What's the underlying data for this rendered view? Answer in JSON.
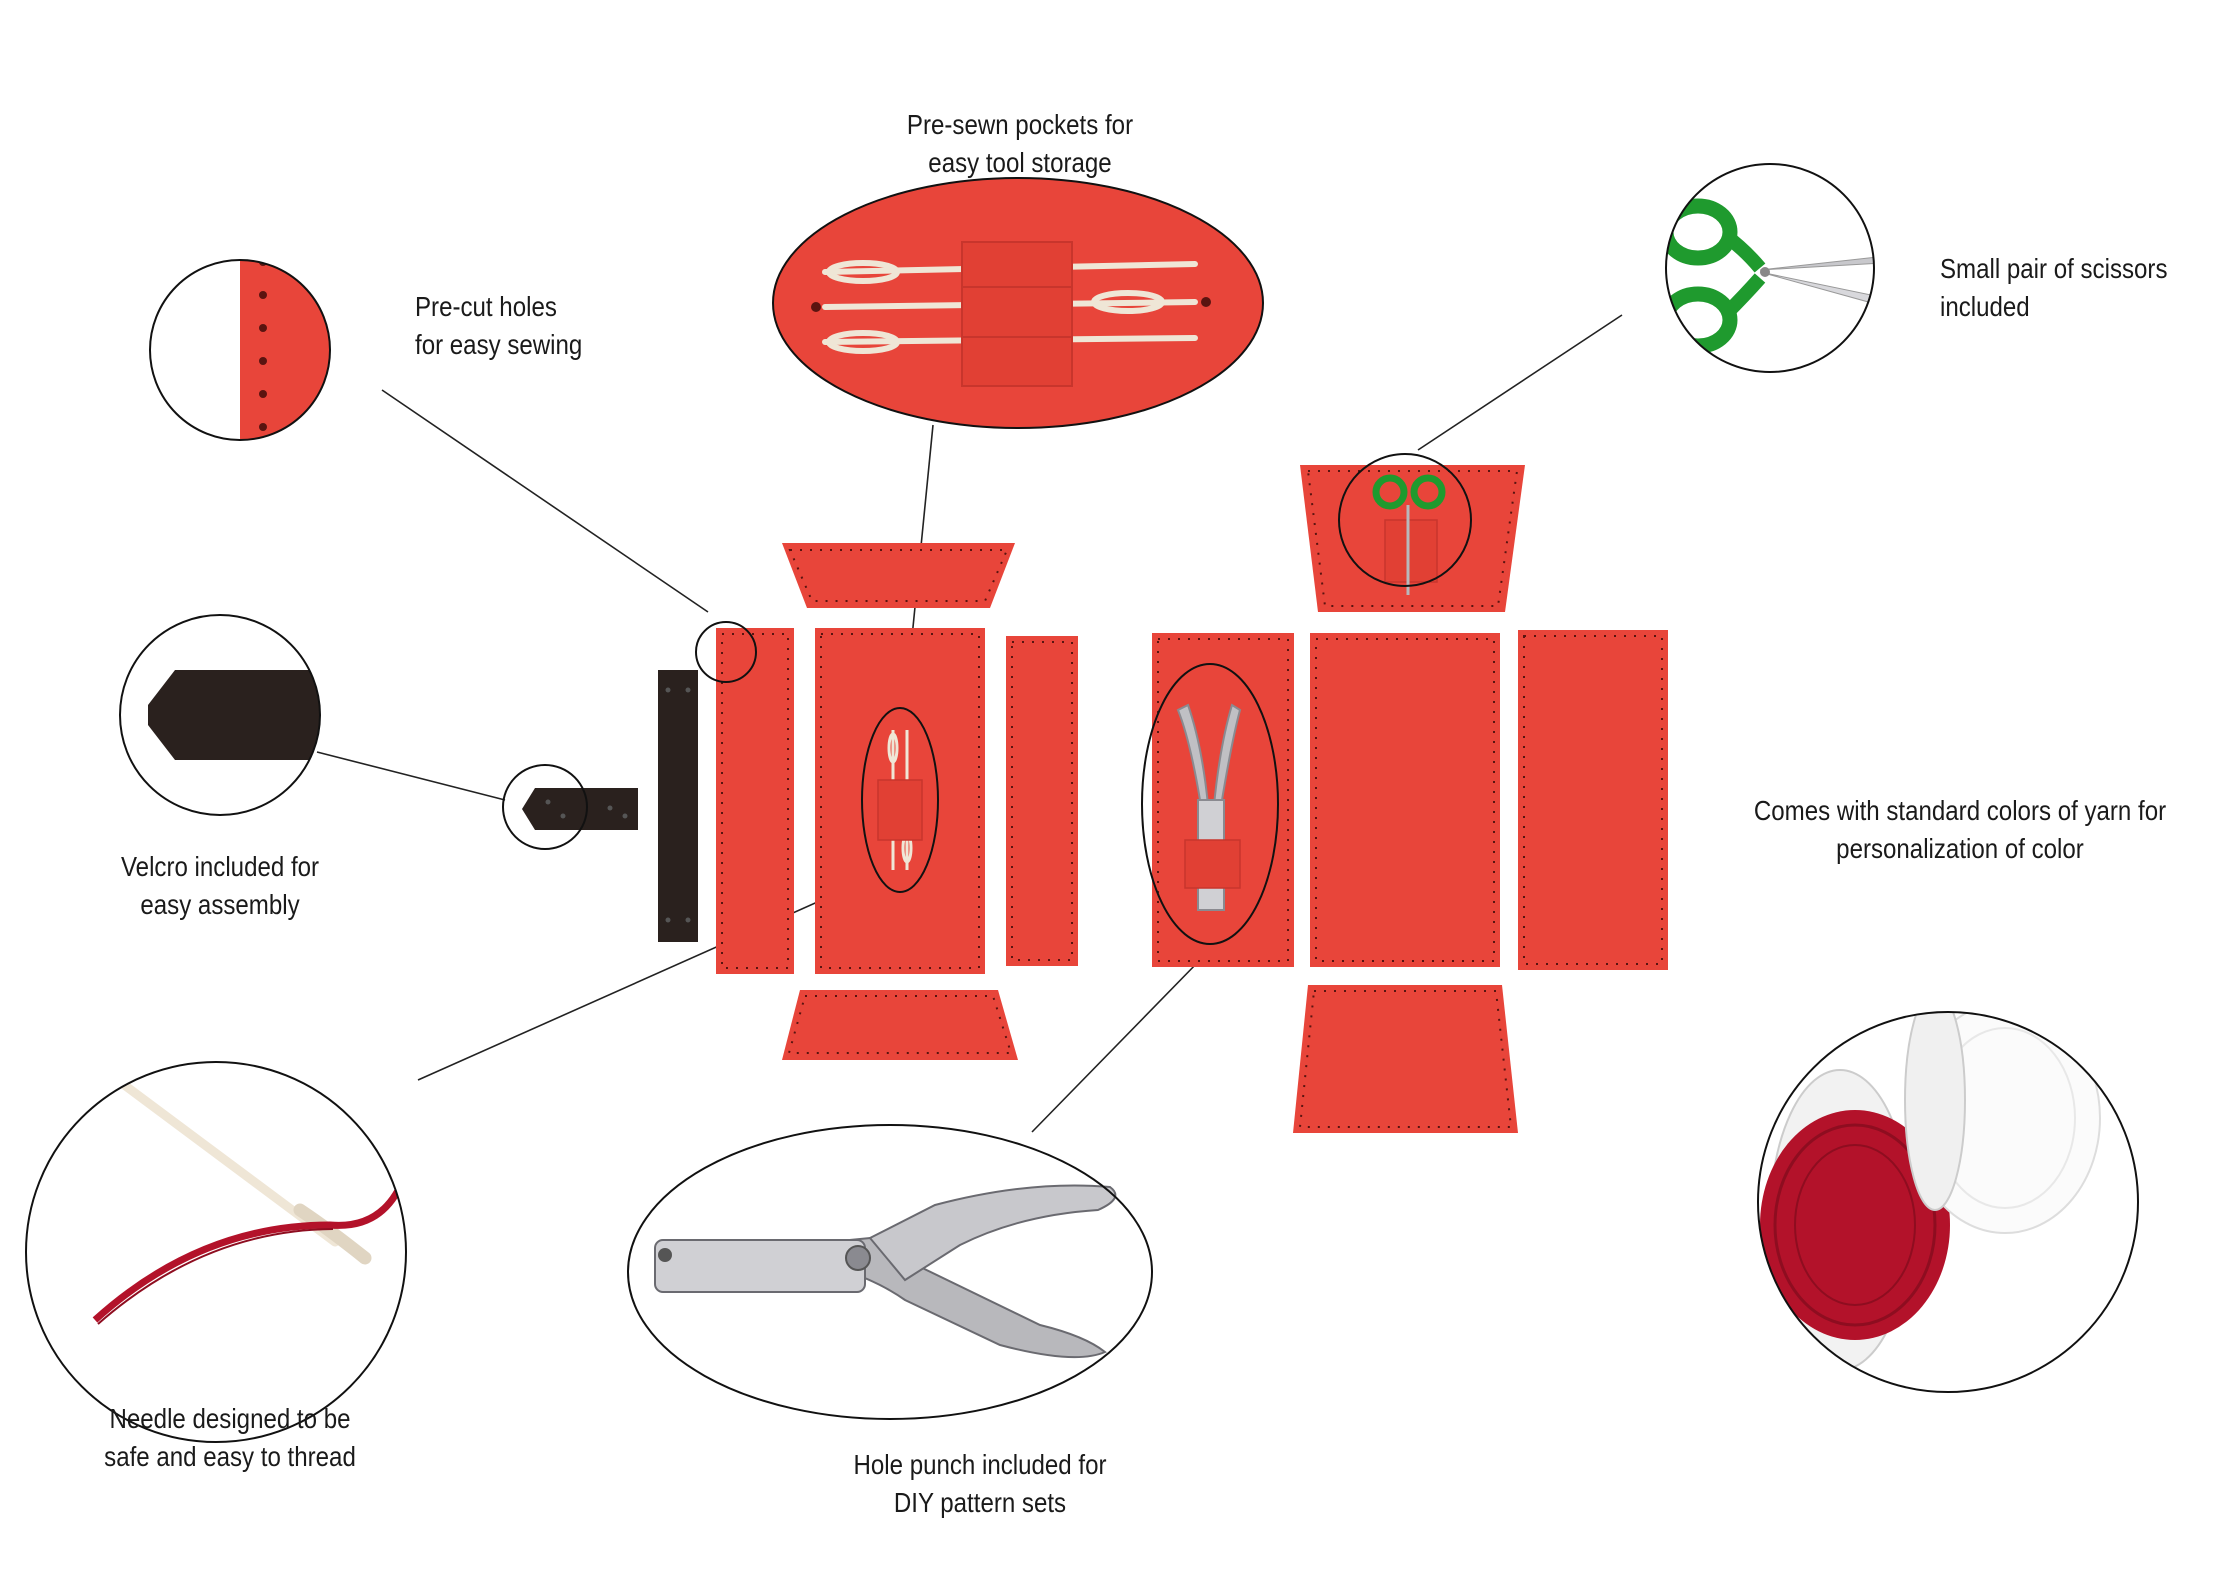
{
  "colors": {
    "felt": "#e8453a",
    "felt_dark": "#c8352c",
    "stitch": "#5a1410",
    "velcro": "#2a211e",
    "scissors_green": "#1f9a2e",
    "yarn_red": "#b3122a",
    "needle": "#efe6d6",
    "metal": "#b8b8bc"
  },
  "callouts": {
    "pockets": {
      "line1": "Pre-sewn pockets for",
      "line2": "easy tool storage"
    },
    "holes": {
      "line1": "Pre-cut holes",
      "line2": "for easy sewing"
    },
    "scissors": {
      "line1": "Small pair of scissors",
      "line2": "included"
    },
    "velcro": {
      "line1": "Velcro included for",
      "line2": "easy assembly"
    },
    "yarn": {
      "line1": "Comes with standard colors of yarn for",
      "line2": "personalization of color"
    },
    "needle": {
      "line1": "Needle designed to be",
      "line2": "safe and easy to thread"
    },
    "punch": {
      "line1": "Hole punch included for",
      "line2": "DIY pattern sets"
    }
  }
}
